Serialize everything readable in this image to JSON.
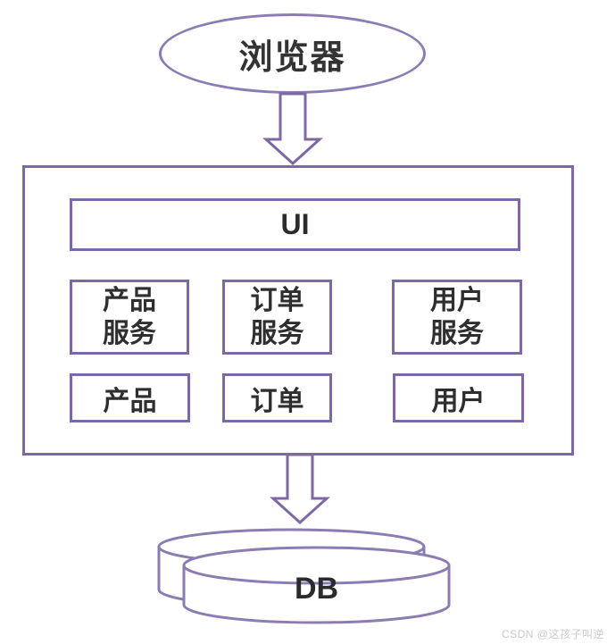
{
  "theme": {
    "accent_rect": "#7c68a6",
    "accent_ellipse": "#8b7cb4",
    "text_color": "#2e2e2e",
    "background": "#ffffff",
    "watermark_color": "#c9c9ce"
  },
  "diagram": {
    "browser": {
      "label": "浏览器"
    },
    "container": {
      "ui": {
        "label": "UI"
      },
      "services": [
        {
          "label": "产品\n服务"
        },
        {
          "label": "订单\n服务"
        },
        {
          "label": "用户\n服务"
        }
      ],
      "models": [
        {
          "label": "产品"
        },
        {
          "label": "订单"
        },
        {
          "label": "用户"
        }
      ]
    },
    "database": {
      "label": "DB"
    },
    "arrows": [
      {
        "from": "browser",
        "to": "container",
        "direction": "down"
      },
      {
        "from": "container",
        "to": "database",
        "direction": "down"
      }
    ]
  },
  "watermark": {
    "text": "CSDN @这孩子叫逆"
  }
}
